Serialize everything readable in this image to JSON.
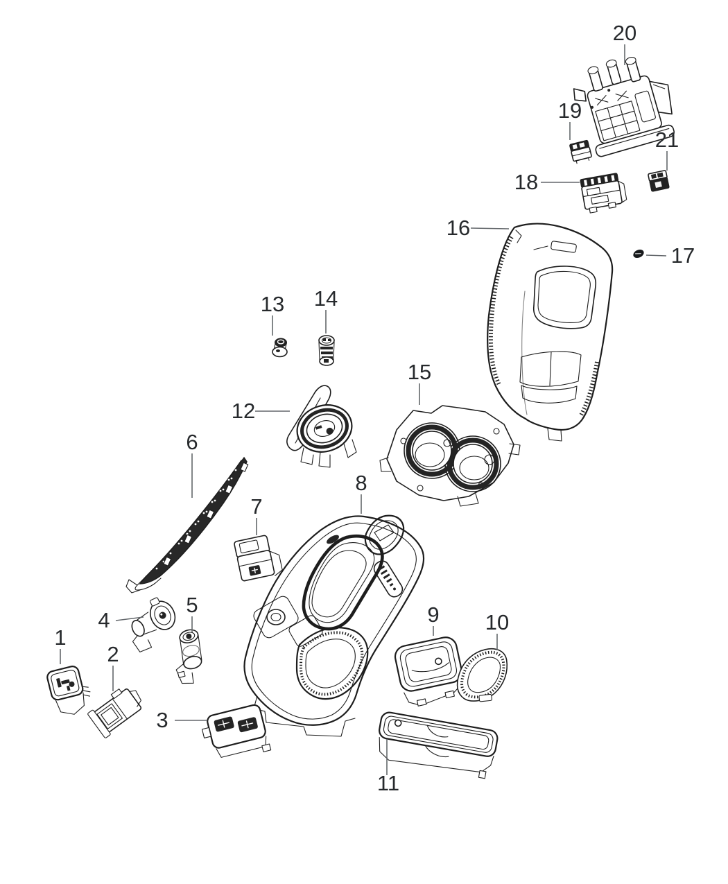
{
  "diagram": {
    "type": "exploded-parts-diagram",
    "background_color": "#ffffff",
    "line_color": "#1d1d1d",
    "leader_line_color": "#63676b",
    "label_color": "#26292c",
    "callouts": [
      {
        "label": "1"
      },
      {
        "label": "2"
      },
      {
        "label": "3"
      },
      {
        "label": "4"
      },
      {
        "label": "5"
      },
      {
        "label": "6"
      },
      {
        "label": "7"
      },
      {
        "label": "8"
      },
      {
        "label": "9"
      },
      {
        "label": "10"
      },
      {
        "label": "11"
      },
      {
        "label": "12"
      },
      {
        "label": "13"
      },
      {
        "label": "14"
      },
      {
        "label": "15"
      },
      {
        "label": "16"
      },
      {
        "label": "17"
      },
      {
        "label": "18"
      },
      {
        "label": "19"
      },
      {
        "label": "20"
      },
      {
        "label": "21"
      }
    ]
  }
}
